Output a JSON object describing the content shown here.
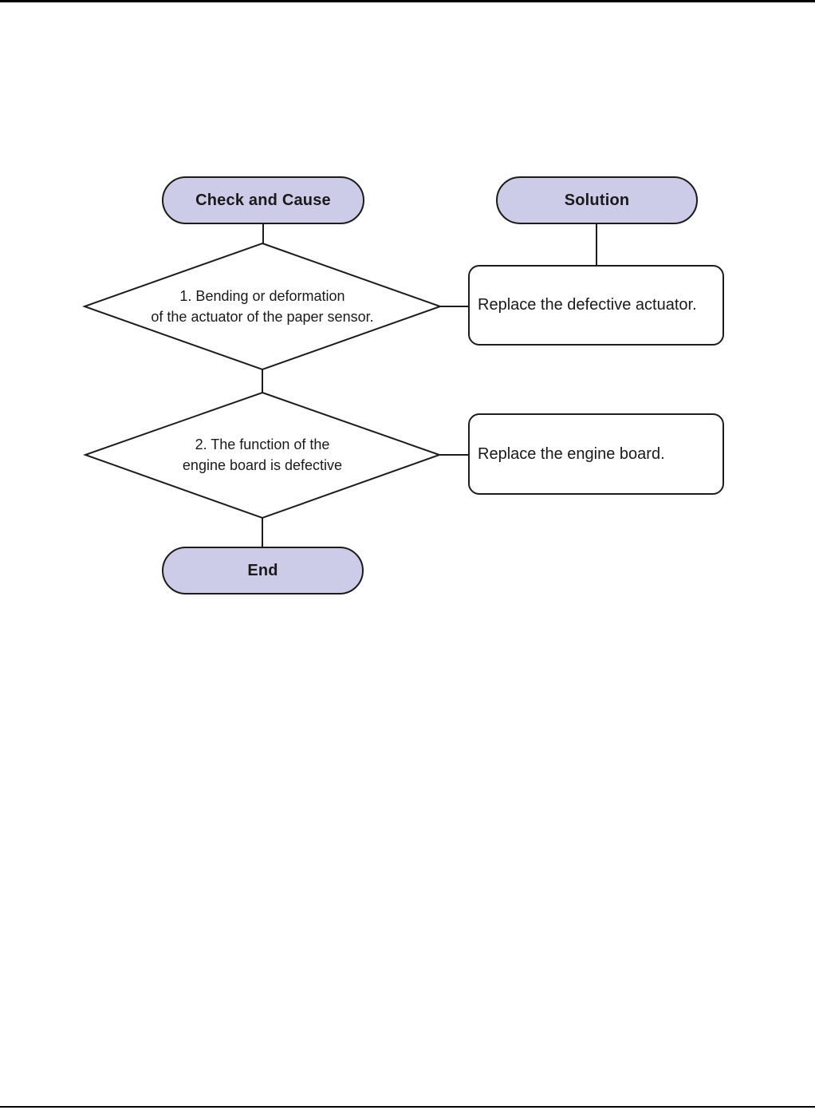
{
  "document": {
    "background": "#ffffff",
    "rule_color": "#000000"
  },
  "flowchart": {
    "colors": {
      "terminal_fill": "#cccce8",
      "process_fill": "#ffffff",
      "stroke": "#1c1c1c",
      "text": "#1a1a1a",
      "connector": "#1c1c1c"
    },
    "headers": {
      "check_and_cause": "Check and Cause",
      "solution": "Solution"
    },
    "decisions": [
      {
        "line1": "1. Bending or deformation",
        "line2": "of the actuator of the paper sensor."
      },
      {
        "line1": "2. The function of the",
        "line2": "engine board is defective"
      }
    ],
    "actions": [
      {
        "label": "Replace the defective actuator."
      },
      {
        "label": "Replace the engine board."
      }
    ],
    "terminator": {
      "end_label": "End"
    }
  }
}
